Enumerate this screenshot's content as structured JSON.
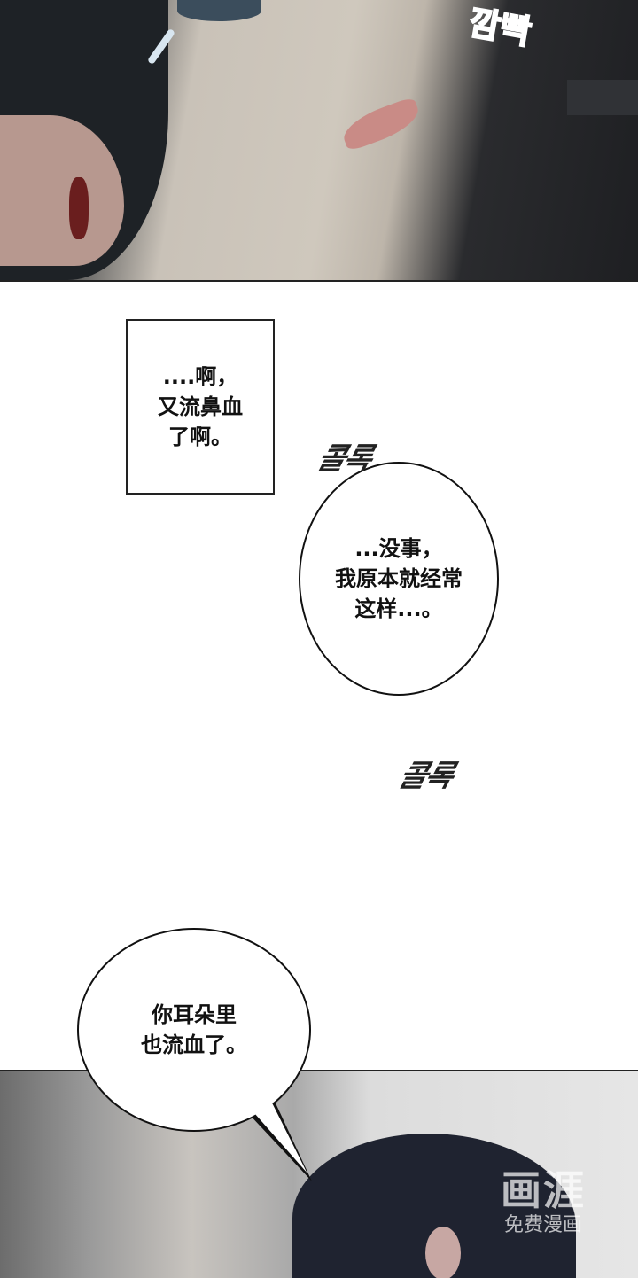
{
  "panels": {
    "top": {
      "sfx": "깜빡"
    },
    "caption": {
      "lines": [
        "....啊，",
        "又流鼻血",
        "了啊。"
      ]
    },
    "bubble_1": {
      "sfx": "콜록",
      "lines": [
        "...没事，",
        "我原本就经常",
        "这样...。"
      ]
    },
    "sfx_2": "콜록",
    "bubble_2": {
      "lines": [
        "你耳朵里",
        "也流血了。"
      ]
    }
  },
  "watermark": {
    "logo": "画涯",
    "subtitle": "免费漫画"
  }
}
